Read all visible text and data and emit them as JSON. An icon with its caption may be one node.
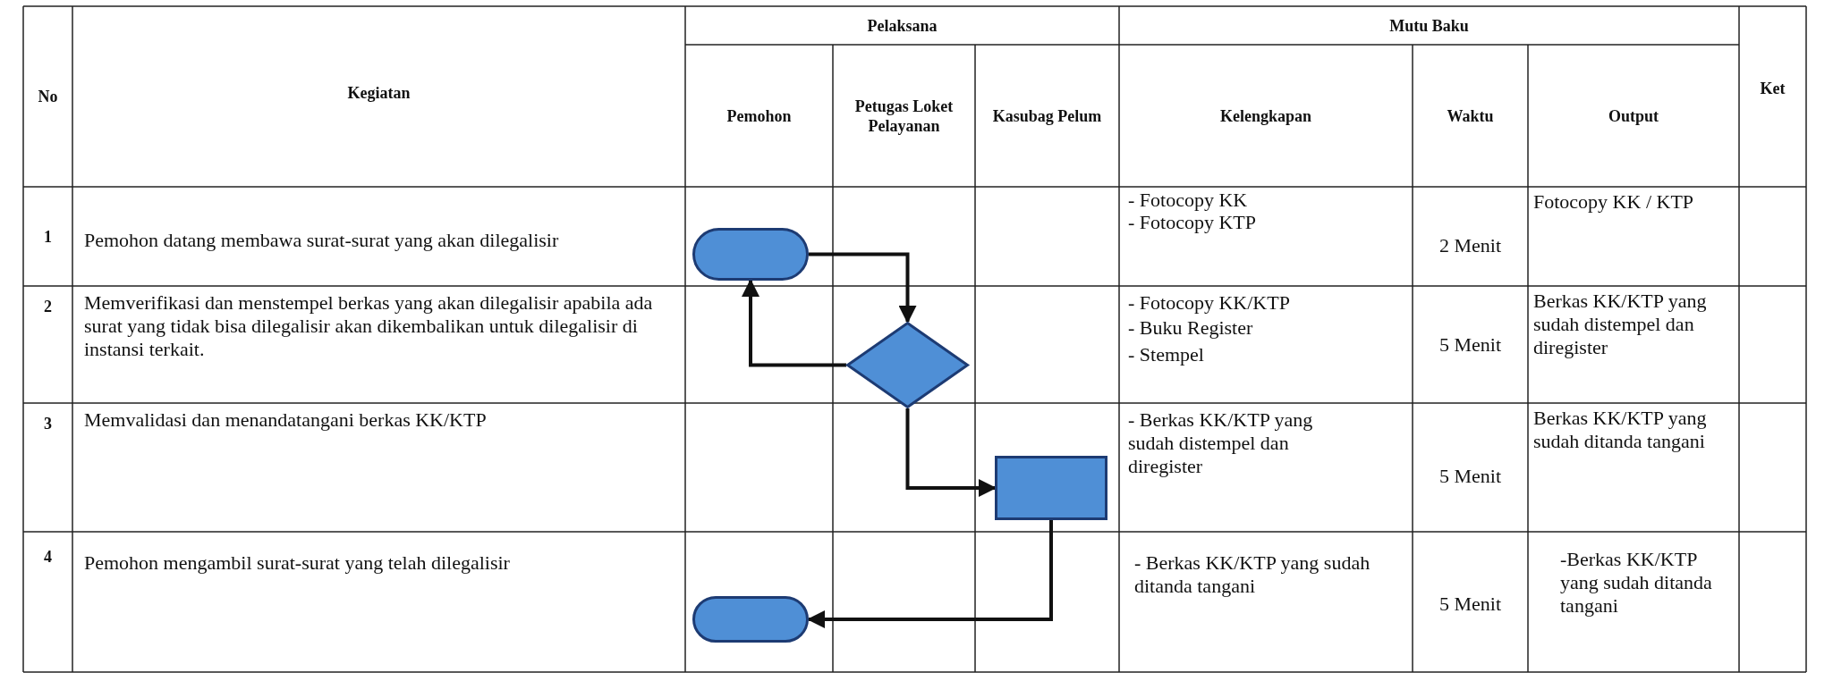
{
  "diagram": {
    "nodes": [
      {
        "text": [],
        "shape": "terminator"
      },
      {
        "text": [],
        "shape": "diamond"
      },
      {
        "text": [],
        "shape": "box"
      },
      {
        "text": [],
        "shape": "terminator"
      }
    ],
    "edges": [
      {
        "from": 0,
        "to": 1,
        "arrow": "to"
      },
      {
        "from": 1,
        "to": 0,
        "arrow": "to"
      },
      {
        "from": 1,
        "to": 2,
        "arrow": "to"
      },
      {
        "from": 2,
        "to": 3,
        "arrow": "to"
      }
    ],
    "labels": [
      "No",
      "Kegiatan",
      "Pelaksana",
      "Mutu Baku",
      "Ket",
      "Pemohon",
      "Petugas Loket Pelayanan",
      "Kasubag Pelum",
      "Kelengkapan",
      "Waktu",
      "Output",
      "1",
      "Pemohon datang membawa surat-surat yang akan dilegalisir",
      "- Fotocopy KK",
      "- Fotocopy KTP",
      "2 Menit",
      "Fotocopy KK / KTP",
      "2",
      "Memverifikasi dan menstempel berkas yang akan dilegalisir apabila ada surat yang tidak bisa dilegalisir akan dikembalikan untuk dilegalisir di instansi terkait.",
      "- Fotocopy KK/KTP",
      "- Buku Register",
      "- Stempel",
      "5 Menit",
      "Berkas KK/KTP yang sudah distempel dan diregister",
      "3",
      "Memvalidasi dan menandatangani berkas KK/KTP",
      "- Berkas KK/KTP yang sudah distempel dan diregister",
      "5 Menit",
      "Berkas KK/KTP yang sudah ditanda tangani",
      "4",
      "Pemohon mengambil surat-surat yang telah dilegalisir",
      "- Berkas KK/KTP yang sudah ditanda tangani",
      "5 Menit",
      "-Berkas KK/KTP yang sudah ditanda tangani"
    ]
  }
}
